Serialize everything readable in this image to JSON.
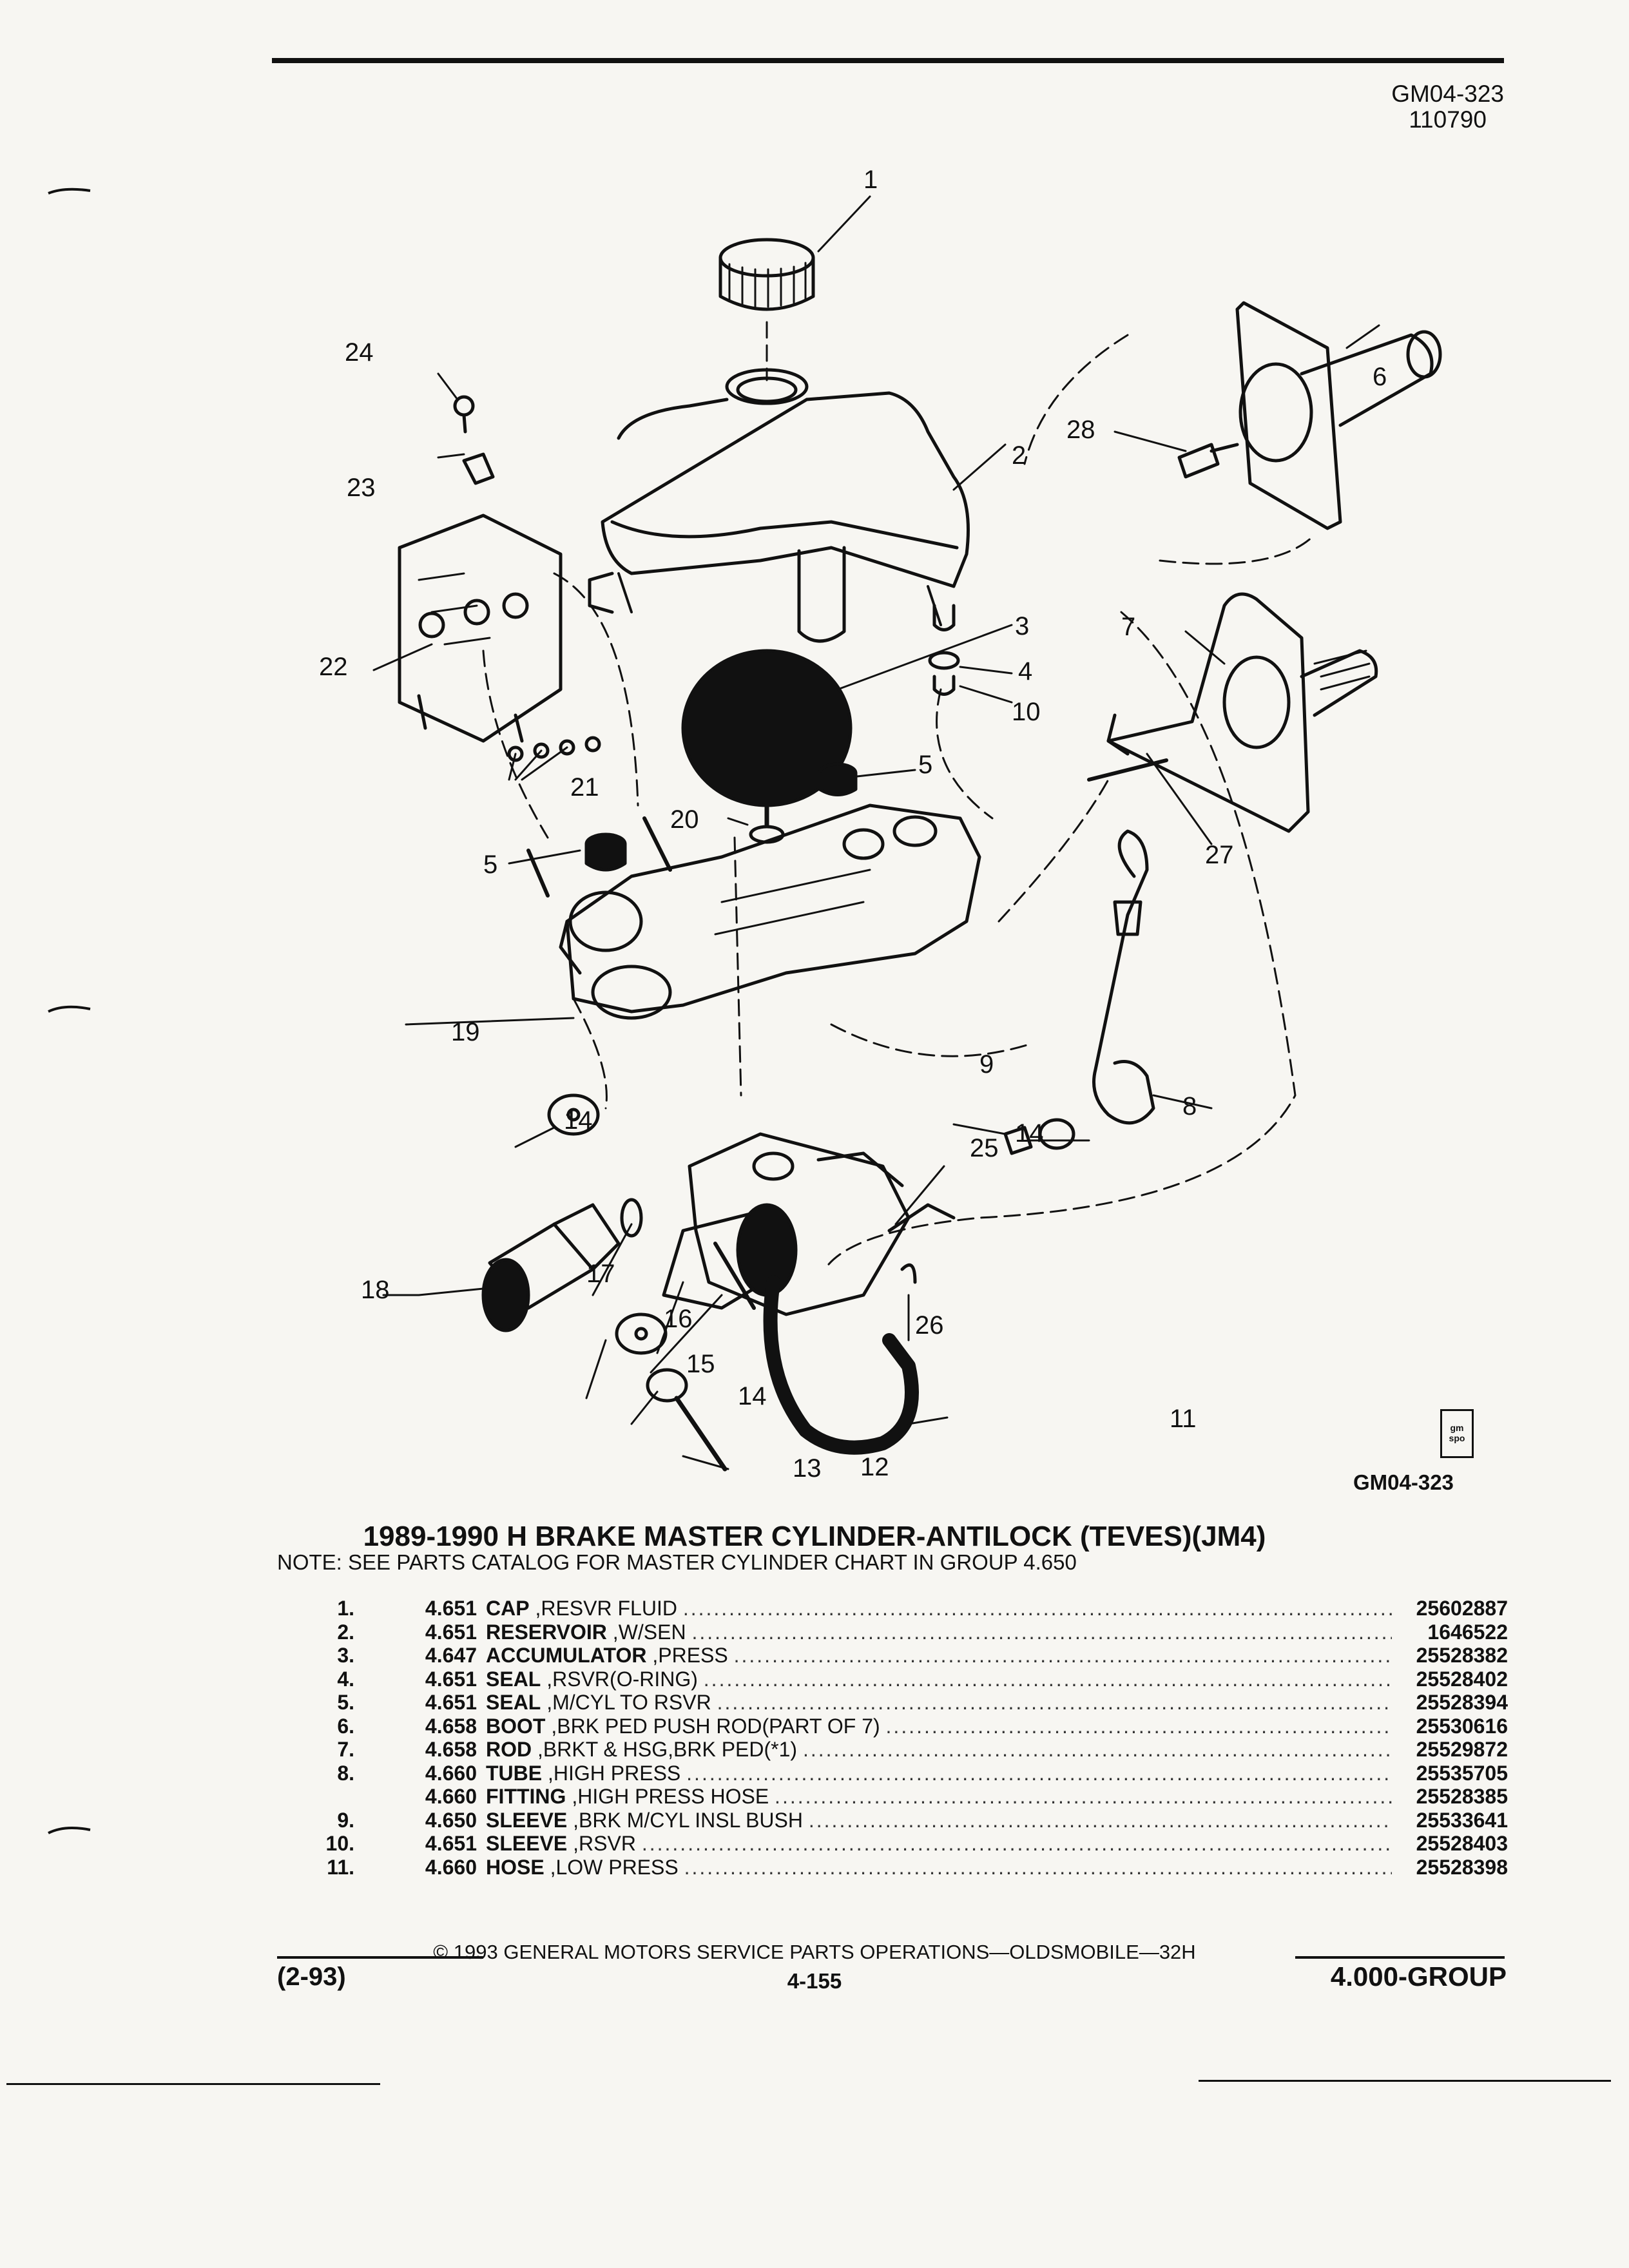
{
  "header": {
    "code": "GM04-323",
    "number": "110790"
  },
  "diagram": {
    "callouts": [
      "1",
      "2",
      "3",
      "4",
      "5",
      "5",
      "6",
      "7",
      "8",
      "9",
      "10",
      "11",
      "12",
      "13",
      "14",
      "14",
      "14",
      "15",
      "16",
      "17",
      "18",
      "19",
      "20",
      "21",
      "22",
      "23",
      "24",
      "25",
      "26",
      "27",
      "28"
    ],
    "logo_text": "gm spo",
    "figure_code": "GM04-323"
  },
  "title": "1989-1990 H BRAKE MASTER CYLINDER-ANTILOCK (TEVES)(JM4)",
  "note": "NOTE:  SEE PARTS CATALOG FOR MASTER CYLINDER CHART IN GROUP 4.650",
  "parts": [
    {
      "num": "1.",
      "group": "4.651",
      "name": "CAP",
      "desc": " ,RESVR FLUID",
      "pn": "25602887"
    },
    {
      "num": "2.",
      "group": "4.651",
      "name": "RESERVOIR",
      "desc": " ,W/SEN",
      "pn": "1646522"
    },
    {
      "num": "3.",
      "group": "4.647",
      "name": "ACCUMULATOR",
      "desc": " ,PRESS",
      "pn": "25528382"
    },
    {
      "num": "4.",
      "group": "4.651",
      "name": "SEAL",
      "desc": " ,RSVR(O-RING)",
      "pn": "25528402"
    },
    {
      "num": "5.",
      "group": "4.651",
      "name": "SEAL",
      "desc": " ,M/CYL TO RSVR",
      "pn": "25528394"
    },
    {
      "num": "6.",
      "group": "4.658",
      "name": "BOOT",
      "desc": " ,BRK PED PUSH ROD(PART OF 7)",
      "pn": "25530616"
    },
    {
      "num": "7.",
      "group": "4.658",
      "name": "ROD",
      "desc": " ,BRKT & HSG,BRK PED(*1)",
      "pn": "25529872"
    },
    {
      "num": "8.",
      "group": "4.660",
      "name": "TUBE",
      "desc": " ,HIGH PRESS",
      "pn": "25535705"
    },
    {
      "num": "",
      "group": "4.660",
      "name": "FITTING",
      "desc": " ,HIGH PRESS HOSE",
      "pn": "25528385"
    },
    {
      "num": "9.",
      "group": "4.650",
      "name": "SLEEVE",
      "desc": " ,BRK M/CYL INSL BUSH",
      "pn": "25533641"
    },
    {
      "num": "10.",
      "group": "4.651",
      "name": "SLEEVE",
      "desc": " ,RSVR",
      "pn": "25528403"
    },
    {
      "num": "11.",
      "group": "4.660",
      "name": "HOSE",
      "desc": " ,LOW PRESS",
      "pn": "25528398"
    }
  ],
  "footer": {
    "copyright": "©  1993  GENERAL MOTORS SERVICE PARTS OPERATIONS—OLDSMOBILE—32H",
    "date": "(2-93)",
    "page": "4-155",
    "group": "4.000-GROUP"
  }
}
